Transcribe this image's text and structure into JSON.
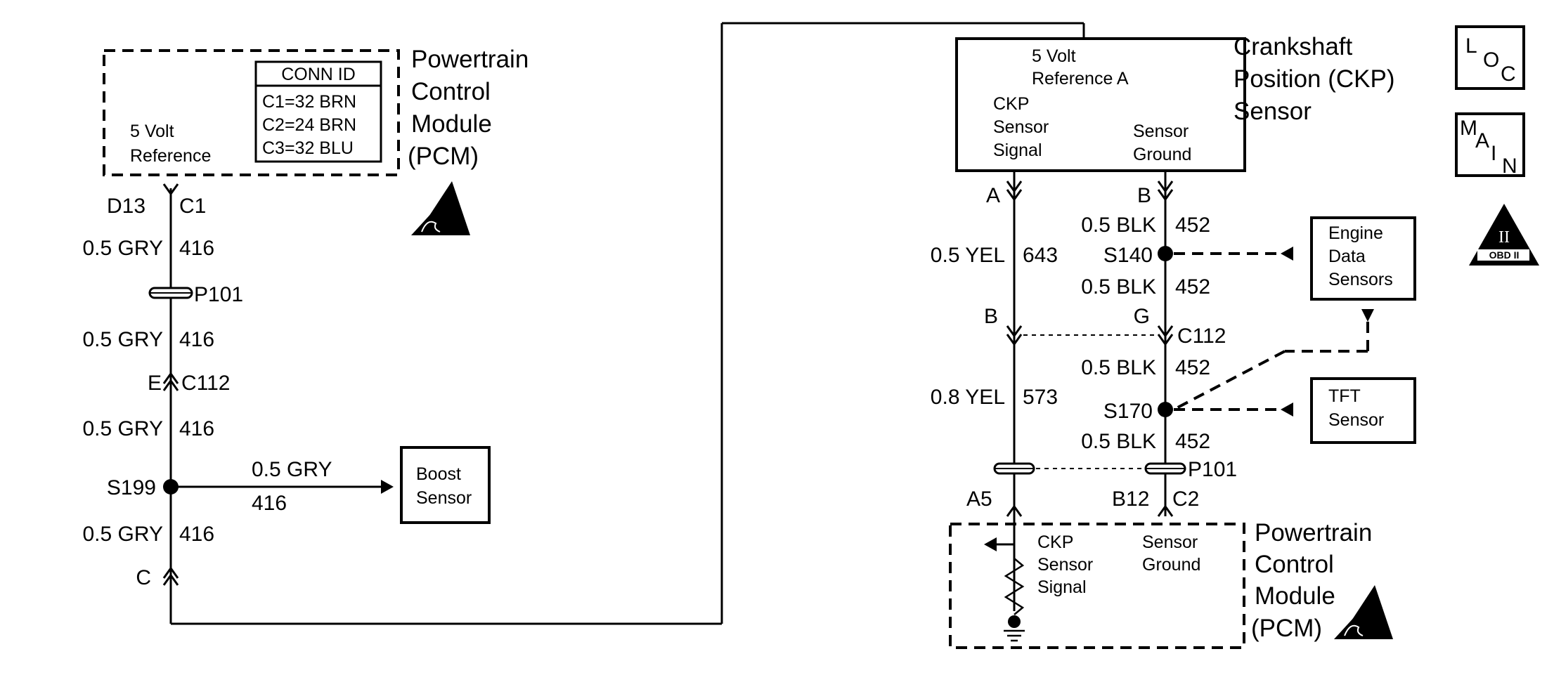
{
  "left": {
    "pcm_title": [
      "Powertrain",
      "Control",
      "Module",
      "(PCM)"
    ],
    "ref_label": [
      "5 Volt",
      "Reference"
    ],
    "conn_id": {
      "header": "CONN ID",
      "rows": [
        "C1=32 BRN",
        "C2=24 BRN",
        "C3=32 BLU"
      ]
    },
    "d13": "D13",
    "c1": "C1",
    "wires": [
      {
        "color": "0.5 GRY",
        "circuit": "416"
      },
      {
        "color": "0.5 GRY",
        "circuit": "416"
      },
      {
        "color": "0.5 GRY",
        "circuit": "416"
      },
      {
        "color": "0.5 GRY",
        "circuit": "416"
      }
    ],
    "p101": "P101",
    "conn_e": "E",
    "c112": "C112",
    "splice": "S199",
    "branch_color": "0.5 GRY",
    "branch_circuit": "416",
    "boost_sensor": [
      "Boost",
      "Sensor"
    ],
    "conn_c": "C"
  },
  "right": {
    "ckp_title": [
      "Crankshaft",
      "Position (CKP)",
      "Sensor"
    ],
    "ckp_box": {
      "ref": [
        "5 Volt",
        "Reference A"
      ],
      "signal": [
        "CKP",
        "Sensor",
        "Signal"
      ],
      "ground": [
        "Sensor",
        "Ground"
      ]
    },
    "pin_a": "A",
    "pin_b": "B",
    "wire_a1": {
      "color": "0.5 YEL",
      "circuit": "643"
    },
    "wire_b1": {
      "color": "0.5 BLK",
      "circuit": "452"
    },
    "splice1": "S140",
    "wire_b2": {
      "color": "0.5 BLK",
      "circuit": "452"
    },
    "c112_b": "B",
    "c112_g": "G",
    "c112": "C112",
    "wire_b3": {
      "color": "0.5 BLK",
      "circuit": "452"
    },
    "wire_a2": {
      "color": "0.8 YEL",
      "circuit": "573"
    },
    "splice2": "S170",
    "wire_b4": {
      "color": "0.5 BLK",
      "circuit": "452"
    },
    "p101": "P101",
    "a5": "A5",
    "b12": "B12",
    "c2": "C2",
    "engine_data": [
      "Engine",
      "Data",
      "Sensors"
    ],
    "tft_sensor": [
      "TFT",
      "Sensor"
    ],
    "pcm_box": {
      "signal": [
        "CKP",
        "Sensor",
        "Signal"
      ],
      "ground": [
        "Sensor",
        "Ground"
      ]
    },
    "pcm_title": [
      "Powertrain",
      "Control",
      "Module",
      "(PCM)"
    ]
  },
  "badges": {
    "loc": [
      "L",
      "O",
      "C"
    ],
    "main": [
      "M",
      "A",
      "I",
      "N"
    ],
    "obd": [
      "II",
      "OBD II"
    ]
  }
}
